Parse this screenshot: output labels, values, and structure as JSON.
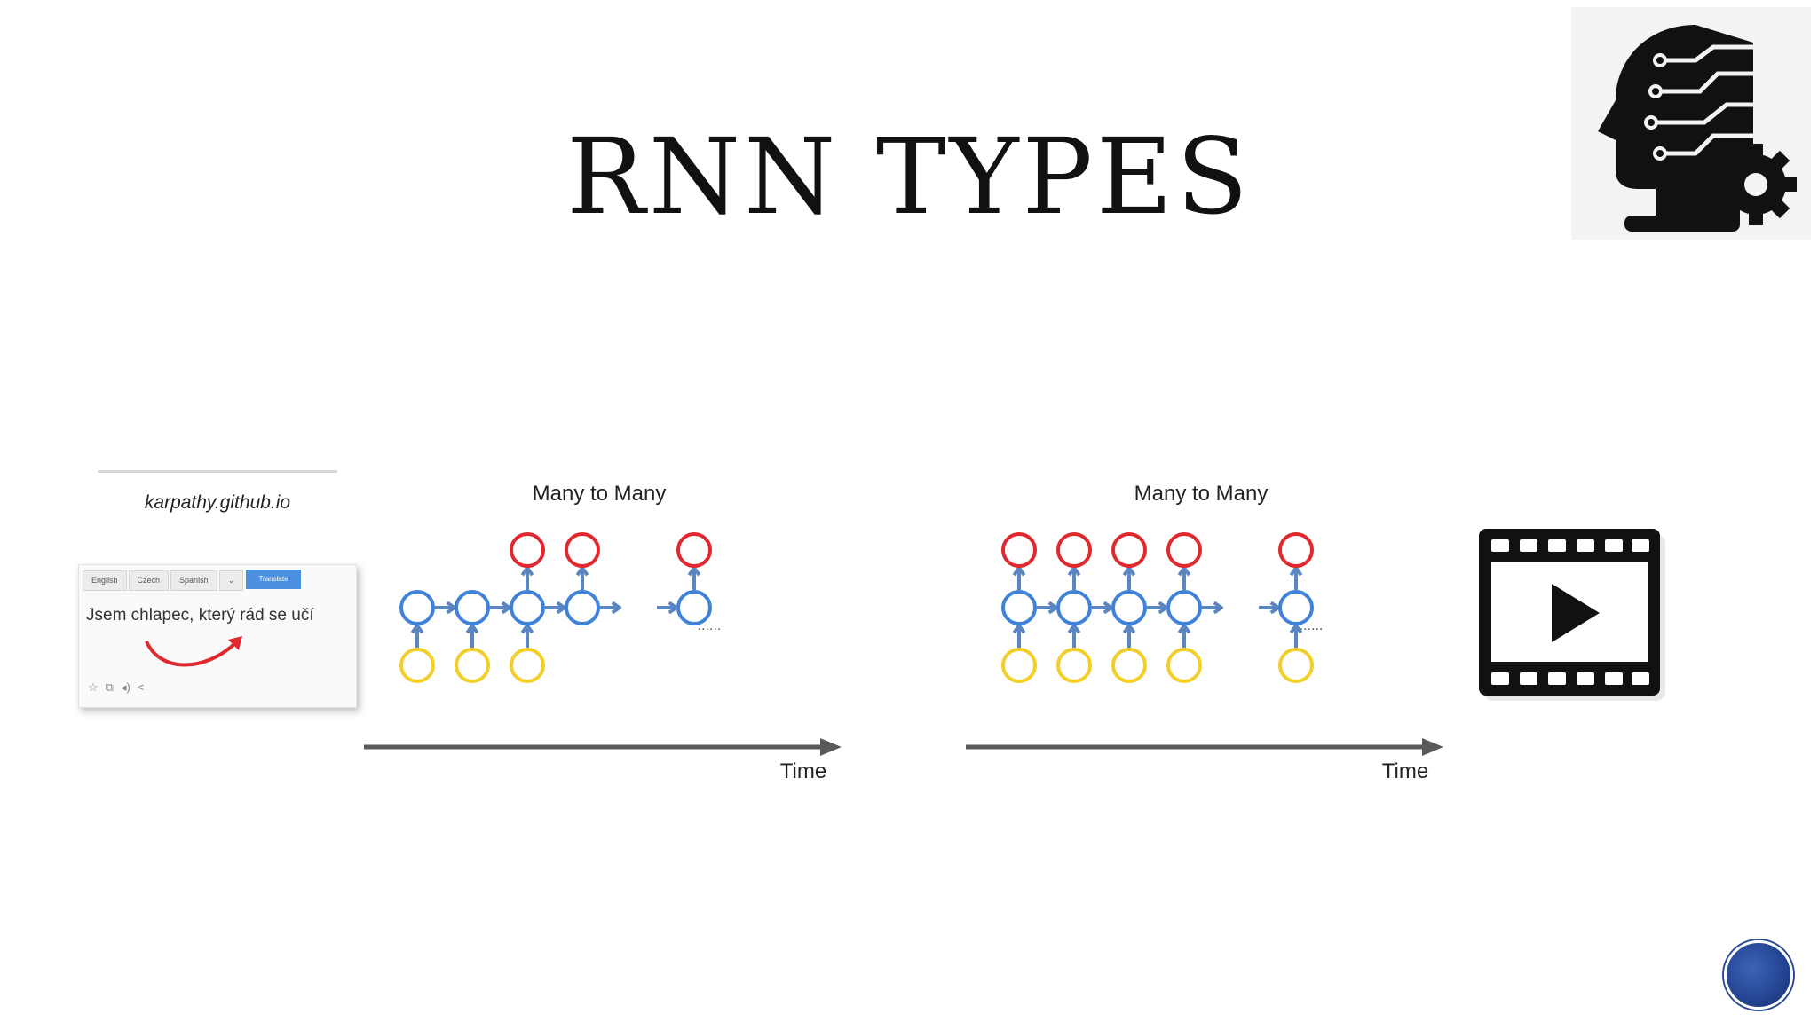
{
  "slide": {
    "title": "RNN TYPES"
  },
  "translate_card": {
    "caption": "karpathy.github.io",
    "tabs": [
      "English",
      "Czech",
      "Spanish",
      "⌄"
    ],
    "translate_label": "Translate",
    "text": "Jsem chlapec, který rád se učí",
    "icons": [
      "star-icon",
      "copy-icon",
      "speaker-icon",
      "share-icon"
    ],
    "icon_glyphs": [
      "☆",
      "⧉",
      "◂)",
      "<"
    ]
  },
  "diagrams": [
    {
      "title": "Many to Many",
      "axis_label": "Time",
      "ellipsis": "......",
      "columns": [
        {
          "input": true,
          "hidden": true,
          "output": false
        },
        {
          "input": true,
          "hidden": true,
          "output": false
        },
        {
          "input": true,
          "hidden": true,
          "output": true
        },
        {
          "input": false,
          "hidden": true,
          "output": true
        },
        {
          "input": false,
          "hidden": true,
          "output": true
        }
      ]
    },
    {
      "title": "Many to Many",
      "axis_label": "Time",
      "ellipsis": "......",
      "columns": [
        {
          "input": true,
          "hidden": true,
          "output": true
        },
        {
          "input": true,
          "hidden": true,
          "output": true
        },
        {
          "input": true,
          "hidden": true,
          "output": true
        },
        {
          "input": true,
          "hidden": true,
          "output": true
        },
        {
          "input": true,
          "hidden": true,
          "output": true
        }
      ]
    }
  ],
  "colors": {
    "input_node": "#f2cf2a",
    "hidden_node": "#3f82d8",
    "output_node": "#e0282e",
    "arrow": "#5b86c0",
    "axis": "#5a5a5a",
    "nav_circle": "#2a4a96"
  },
  "icons": {
    "logo": "ai-head-circuit-gear-icon",
    "video": "video-play-film-icon"
  }
}
